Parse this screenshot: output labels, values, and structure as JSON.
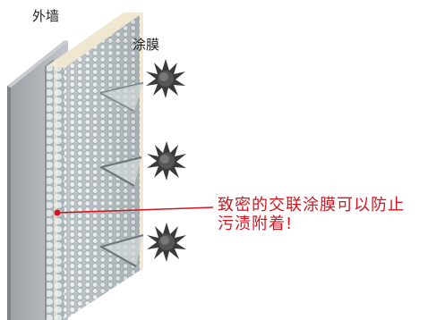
{
  "labels": {
    "wall": "外墙",
    "coating": "涂膜",
    "callout_line1": "致密的交联涂膜可以防止",
    "callout_line2": "污渍附着!"
  },
  "colors": {
    "callout": "#d4141e",
    "wall_face": "#a9adb2",
    "wall_front": "#8c9096",
    "coating_front": "#f3ecd6",
    "mesh_dot": "#e9eef0",
    "mesh_bg": "#b6bec2",
    "dirt": "#3a3a3a"
  },
  "icons": {
    "dirt": "spiky-dirt-particle-icon",
    "deflect": "deflection-arrow-icon"
  }
}
